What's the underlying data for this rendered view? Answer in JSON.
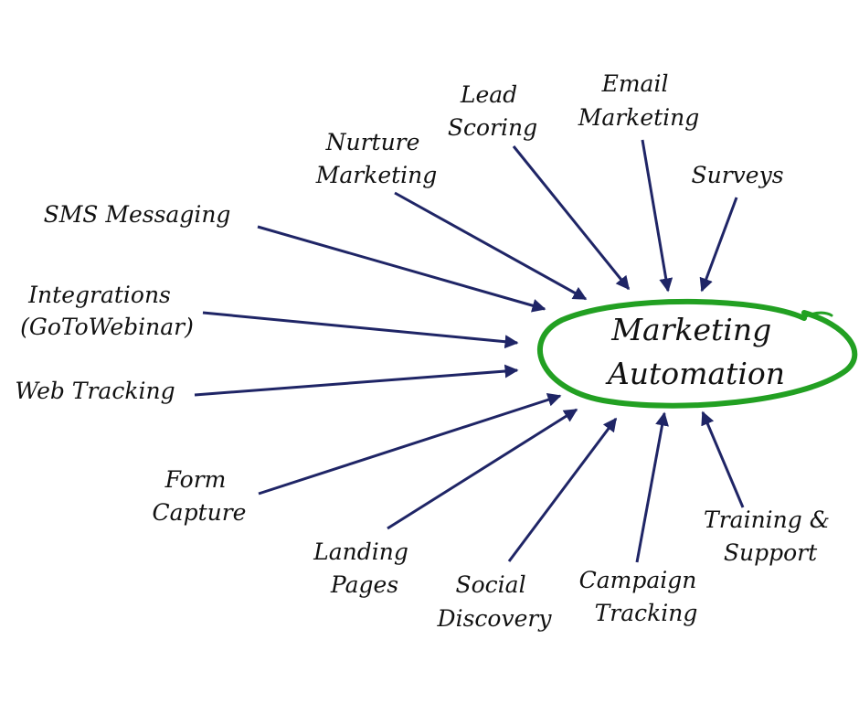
{
  "diagram": {
    "center": {
      "lines": [
        "Marketing",
        "Automation"
      ]
    },
    "colors": {
      "arrow": "#1f2566",
      "ellipse": "#22a022",
      "text": "#111111"
    },
    "nodes": [
      {
        "id": "lead-scoring",
        "lines": [
          "Lead",
          "Scoring"
        ]
      },
      {
        "id": "email-marketing",
        "lines": [
          "Email",
          "Marketing"
        ]
      },
      {
        "id": "surveys",
        "lines": [
          "Surveys"
        ]
      },
      {
        "id": "nurture-marketing",
        "lines": [
          "Nurture",
          "Marketing"
        ]
      },
      {
        "id": "sms-messaging",
        "lines": [
          "SMS Messaging"
        ]
      },
      {
        "id": "integrations",
        "lines": [
          "Integrations",
          "(GoToWebinar)"
        ]
      },
      {
        "id": "web-tracking",
        "lines": [
          "Web Tracking"
        ]
      },
      {
        "id": "form-capture",
        "lines": [
          "Form",
          "Capture"
        ]
      },
      {
        "id": "landing-pages",
        "lines": [
          "Landing",
          "Pages"
        ]
      },
      {
        "id": "social-discovery",
        "lines": [
          "Social",
          "Discovery"
        ]
      },
      {
        "id": "campaign-tracking",
        "lines": [
          "Campaign",
          "Tracking"
        ]
      },
      {
        "id": "training-support",
        "lines": [
          "Training &",
          "Support"
        ]
      }
    ]
  }
}
